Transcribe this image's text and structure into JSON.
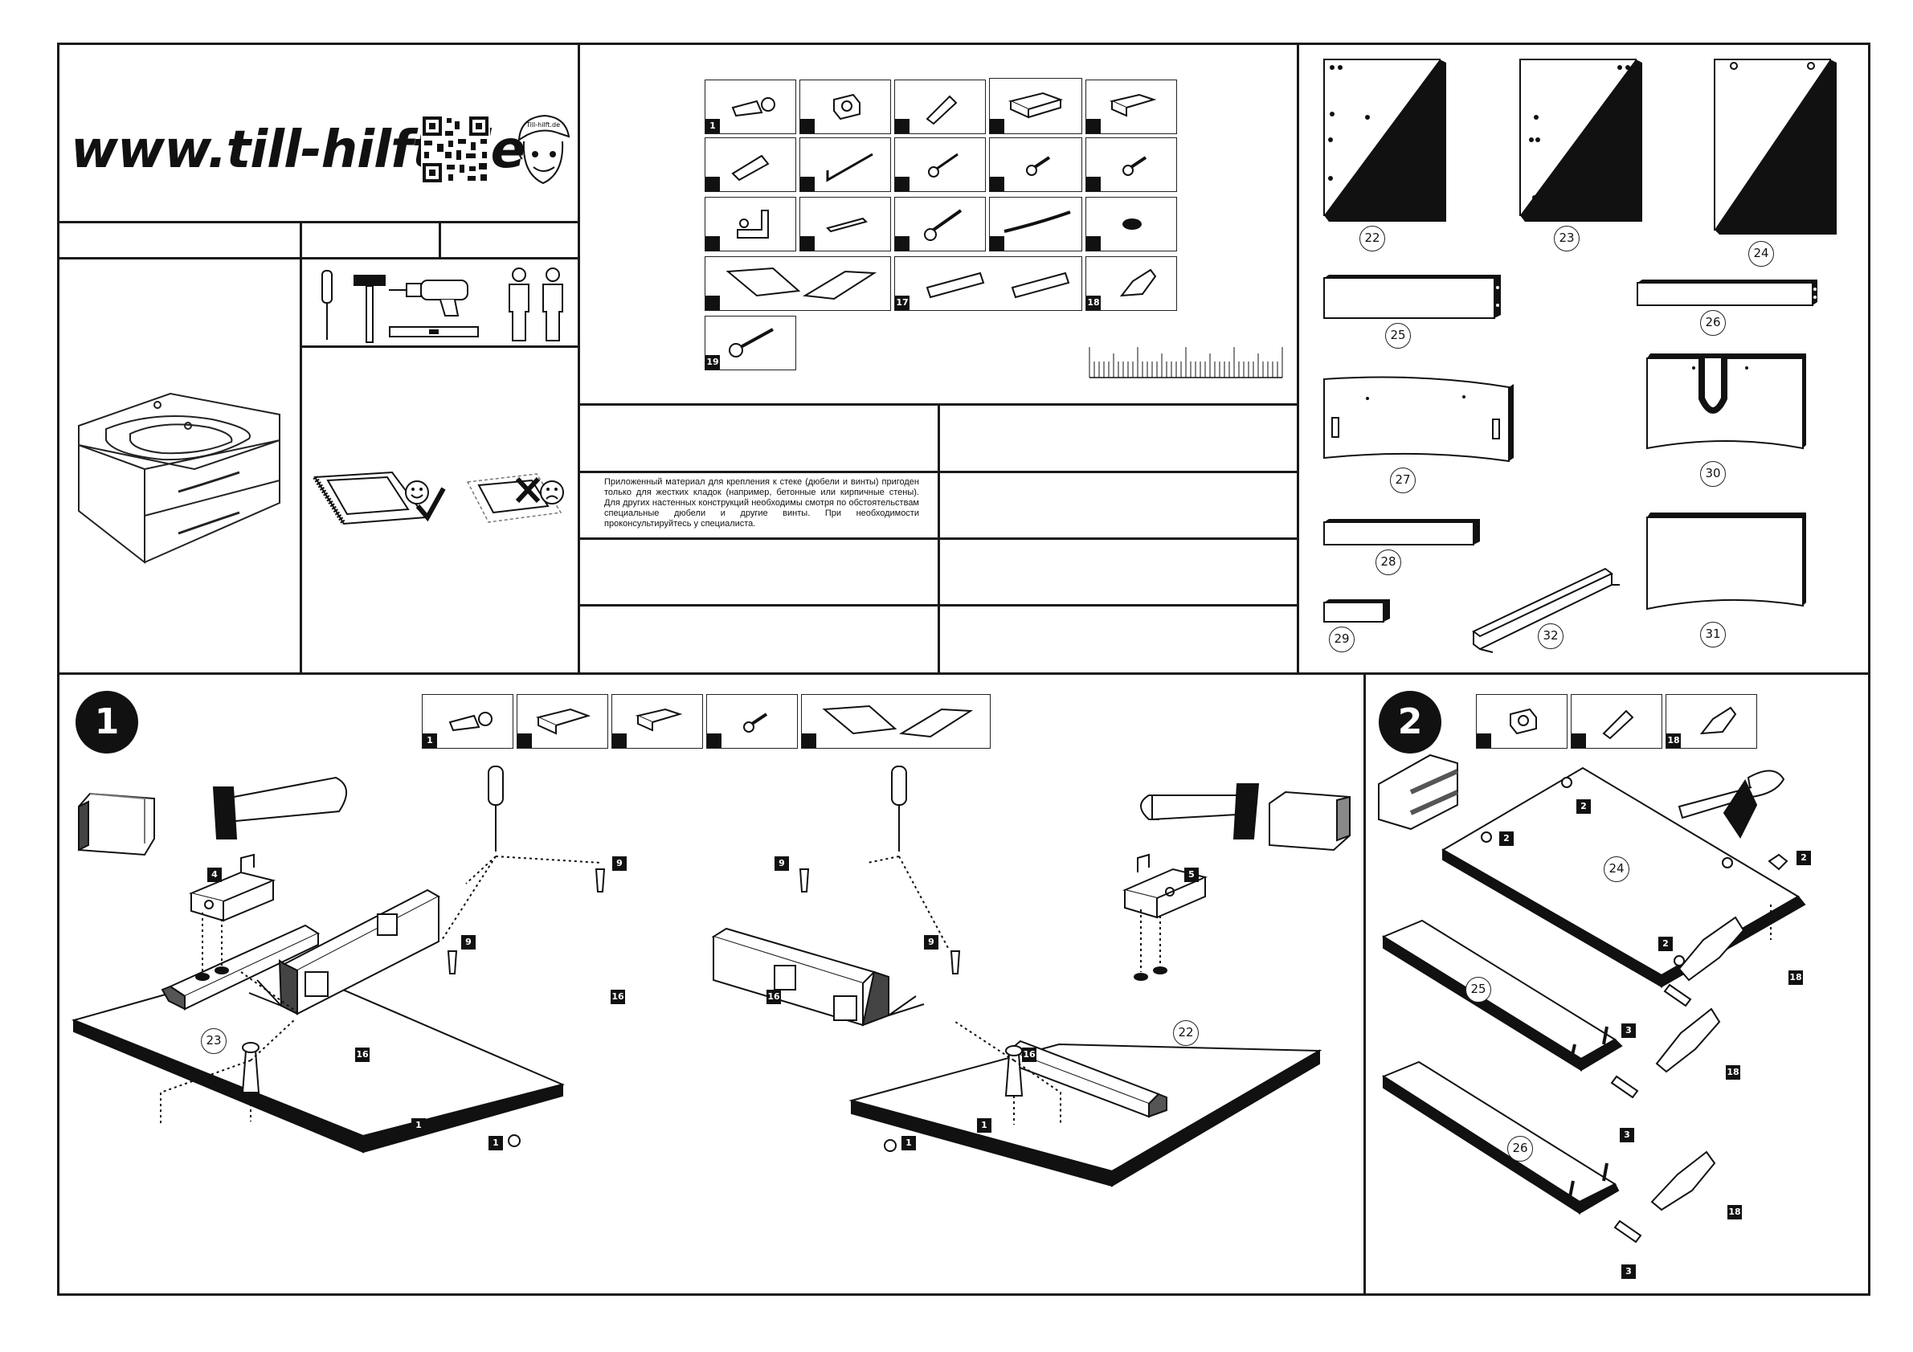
{
  "header": {
    "website": "www.till-hilft.de",
    "mascot_badge": "Till-hilft.de"
  },
  "parts_panel": {
    "tags": [
      "1",
      "17",
      "18",
      "19"
    ],
    "warning_text": "Приложенный материал для крепления к стеке (дюбели и винты) пригоден только для жестких кладок (например, бетонные или кирпичные стены). Для других настенных конструкций необходимы смотря по обстоятельствам специальные дюбели и другие винты. При необходимости проконсультируйтесь у специалиста."
  },
  "panels_list": {
    "labels": [
      "22",
      "23",
      "24",
      "25",
      "26",
      "27",
      "28",
      "29",
      "30",
      "31",
      "32"
    ]
  },
  "step1": {
    "number": "1",
    "parts_tags": [
      "1"
    ],
    "callouts": {
      "a4": "4",
      "a5": "5",
      "a9a": "9",
      "a9b": "9",
      "a9c": "9",
      "a9d": "9",
      "a16a": "16",
      "a16b": "16",
      "a16c": "16",
      "a16d": "16",
      "a1a": "1",
      "a1b": "1",
      "a1c": "1",
      "a1d": "1"
    },
    "panel_left": "23",
    "panel_right": "22"
  },
  "step2": {
    "number": "2",
    "parts_tags": [
      "18"
    ],
    "callouts": {
      "c2a": "2",
      "c2b": "2",
      "c2c": "2",
      "c2d": "2",
      "c18a": "18",
      "c18b": "18",
      "c18c": "18",
      "c3a": "3",
      "c3b": "3",
      "c3c": "3"
    },
    "panels": [
      "24",
      "25",
      "26"
    ]
  },
  "colors": {
    "ink": "#1a1a1a",
    "paper": "#ffffff",
    "tag_bg": "#111111"
  },
  "icons": [
    "qr-code-icon",
    "mascot-icon",
    "screwdriver-icon",
    "hammer-icon",
    "drill-icon",
    "level-icon",
    "two-persons-icon",
    "smiley-happy-icon",
    "smiley-sad-icon",
    "check-icon",
    "cross-icon",
    "ruler-icon"
  ]
}
